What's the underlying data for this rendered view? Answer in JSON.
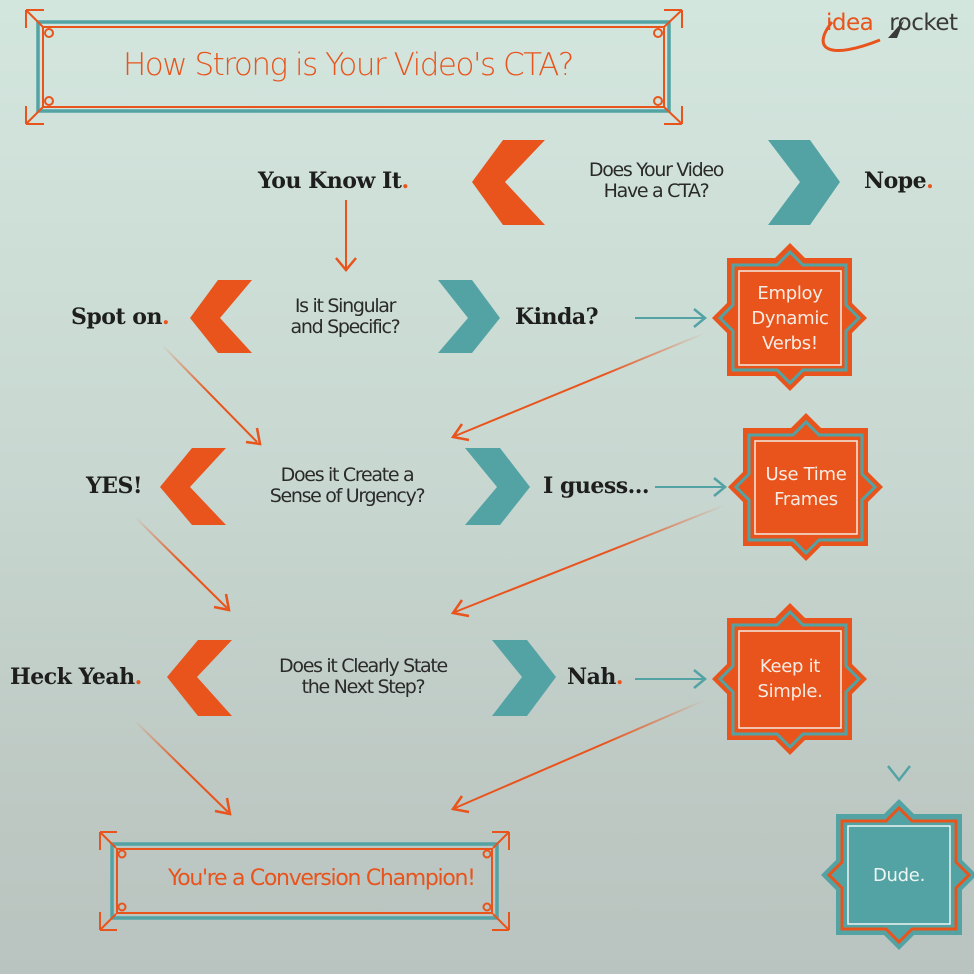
{
  "header": {
    "title": "How Strong is Your Video's CTA?",
    "logo": {
      "part1": "idea",
      "part2": "rocket",
      "icon": "rocket-icon"
    }
  },
  "colors": {
    "orange": "#e8541c",
    "teal": "#53a3a5",
    "text_dark": "#1e1e1e",
    "background_top": "#d3e6de",
    "background_bottom": "#b9c3bf"
  },
  "questions": [
    {
      "line1": "Does Your Video",
      "line2": "Have a CTA?",
      "yes": "You Know It",
      "no": "Nope"
    },
    {
      "line1": "Is it Singular",
      "line2": "and Specific?",
      "yes": "Spot on",
      "no": "Kinda?"
    },
    {
      "line1": "Does it Create a",
      "line2": "Sense of Urgency?",
      "yes": "YES!",
      "no": "I guess..."
    },
    {
      "line1": "Does it Clearly State",
      "line2": "the Next Step?",
      "yes": "Heck Yeah",
      "no": "Nah"
    }
  ],
  "punct": ".",
  "tips": [
    {
      "lines": [
        "Employ",
        "Dynamic",
        "Verbs!"
      ]
    },
    {
      "lines": [
        "Use Time",
        "Frames"
      ]
    },
    {
      "lines": [
        "Keep it",
        "Simple."
      ]
    }
  ],
  "outcomes": {
    "success": "You're a Conversion Champion!",
    "fail": "Dude."
  }
}
